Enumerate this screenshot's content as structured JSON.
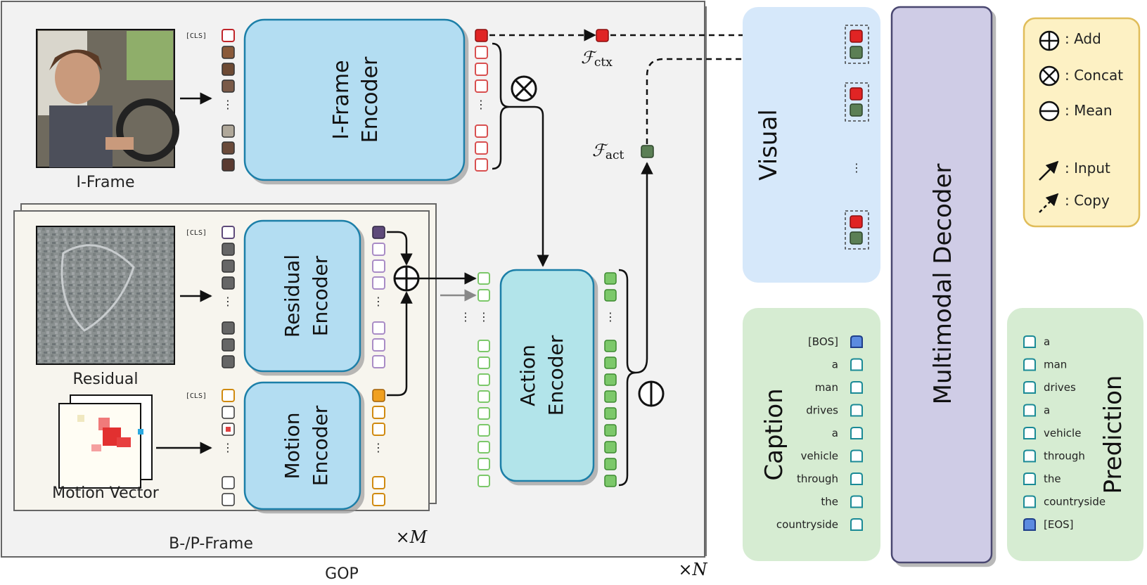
{
  "labels": {
    "iframe": "I-Frame",
    "residual": "Residual",
    "motion_vector": "Motion Vector",
    "bp_frame": "B-/P-Frame",
    "gop": "GOP",
    "times_m": "×M",
    "times_n": "×N",
    "cls": "[CLS]",
    "f_ctx_main": "ℱ",
    "f_ctx_sub": "ctx",
    "f_act_main": "ℱ",
    "f_act_sub": "act",
    "visual": "Visual",
    "caption": "Caption",
    "prediction": "Prediction",
    "multimodal_decoder": "Multimodal Decoder"
  },
  "encoders": {
    "iframe": [
      "I-Frame",
      "Encoder"
    ],
    "residual": [
      "Residual",
      "Encoder"
    ],
    "motion": [
      "Motion",
      "Encoder"
    ],
    "action": [
      "Action",
      "Encoder"
    ]
  },
  "legend": {
    "add": ": Add",
    "concat": ": Concat",
    "mean": ": Mean",
    "input": ": Input",
    "copy": ": Copy"
  },
  "caption_tokens": [
    "[BOS]",
    "a",
    "man",
    "drives",
    "a",
    "vehicle",
    "through",
    "the",
    "countryside"
  ],
  "prediction_tokens": [
    "a",
    "man",
    "drives",
    "a",
    "vehicle",
    "through",
    "the",
    "countryside",
    "[EOS]"
  ],
  "colors": {
    "encoder_fill": "#b3ddf2",
    "encoder_stroke": "#1a7fa8",
    "action_fill": "#b2e4ea",
    "token_red": "#e02424",
    "token_dkgreen": "#5b7f55",
    "token_green": "#7cc86a",
    "token_purple": "#5e4a7a",
    "token_orange": "#f0a020",
    "visual_panel": "#d6e8fa",
    "caption_panel": "#d6ecd2",
    "decoder_panel": "#cfcce6",
    "legend_panel": "#fdf1c4"
  }
}
